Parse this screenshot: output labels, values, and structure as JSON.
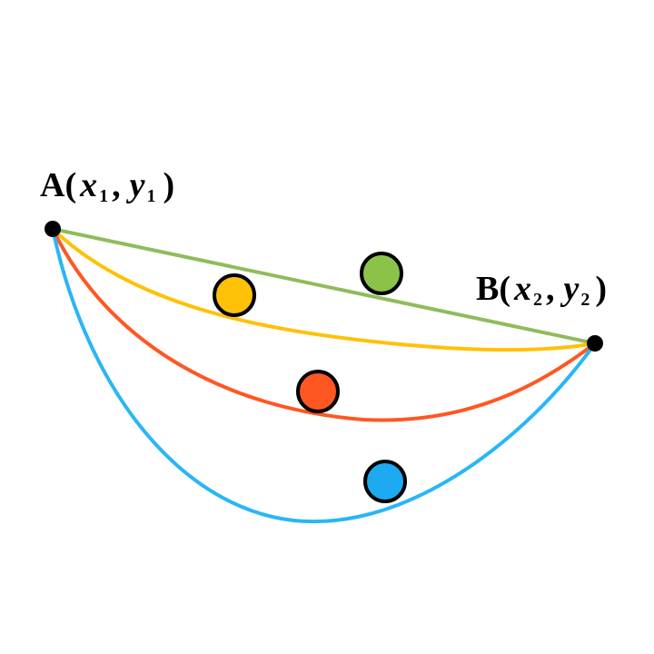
{
  "point_a": {
    "letter": "A",
    "open_paren": "(",
    "x_var": "x",
    "x_sub": "1",
    "comma": ",",
    "y_var": "y",
    "y_sub": "1",
    "close_paren": ")"
  },
  "point_b": {
    "letter": "B",
    "open_paren": "(",
    "x_var": "x",
    "x_sub": "2",
    "comma": ",",
    "y_var": "y",
    "y_sub": "2",
    "close_paren": ")"
  },
  "colors": {
    "straight_path": "#8fbc5a",
    "yellow_path": "#ffc107",
    "orange_path": "#ff5722",
    "blue_path": "#29b6f6",
    "green_ball": "#8bc34a",
    "yellow_ball": "#ffc107",
    "orange_ball": "#ff5722",
    "blue_ball": "#1eaaf1",
    "endpoint": "#000000"
  }
}
